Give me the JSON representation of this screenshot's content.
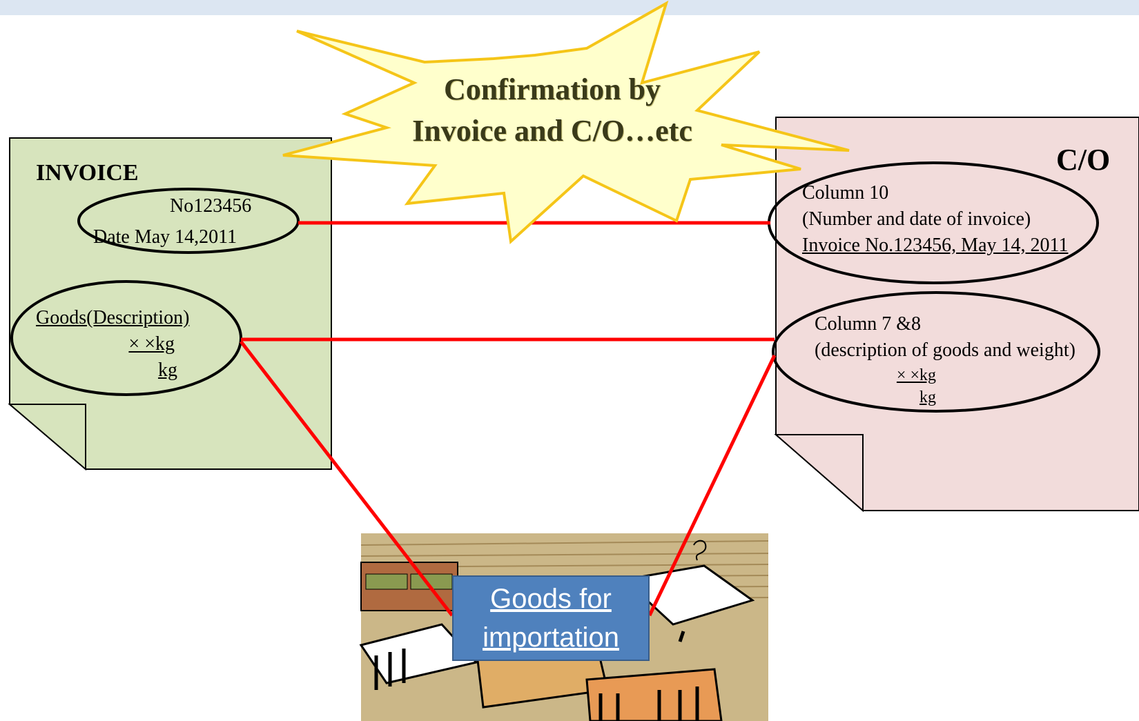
{
  "burst": {
    "line1": "Confirmation by",
    "line2": "Invoice and C/O…etc"
  },
  "invoice": {
    "title": "INVOICE",
    "number": "No123456",
    "date": "Date May 14,2011",
    "goods_label": "Goods(Description)",
    "goods_qty": "× ×kg",
    "goods_unit": "kg"
  },
  "co": {
    "title": "C/O",
    "col10_title": "Column 10",
    "col10_desc": "(Number and date of invoice)",
    "col10_value": "Invoice No.123456, May 14, 2011",
    "col78_title": "Column 7 &8",
    "col78_desc": "(description of goods and weight)",
    "col78_qty": "× ×kg",
    "col78_unit": "kg"
  },
  "goods": {
    "line1": "Goods for",
    "line2": "importation"
  },
  "colors": {
    "invoice_fill": "#d7e4bd",
    "co_fill": "#f2dcdb",
    "burst_fill": "#ffffcc",
    "burst_stroke": "#f5c518",
    "connector": "#ff0000",
    "goods_fill": "#4f81bd"
  }
}
